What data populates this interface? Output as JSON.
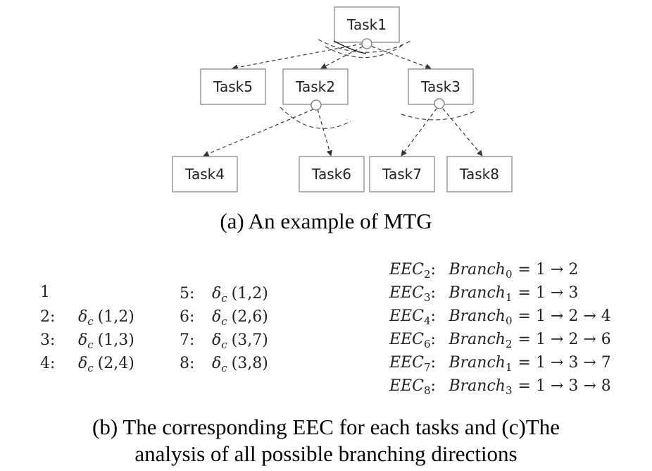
{
  "mtg": {
    "tasks": [
      {
        "id": "t1",
        "label": "Task1"
      },
      {
        "id": "t5",
        "label": "Task5"
      },
      {
        "id": "t2",
        "label": "Task2"
      },
      {
        "id": "t3",
        "label": "Task3"
      },
      {
        "id": "t4",
        "label": "Task4"
      },
      {
        "id": "t6",
        "label": "Task6"
      },
      {
        "id": "t7",
        "label": "Task7"
      },
      {
        "id": "t8",
        "label": "Task8"
      }
    ],
    "edges": [
      {
        "from": "t1",
        "to": "t5"
      },
      {
        "from": "t1",
        "to": "t2"
      },
      {
        "from": "t1",
        "to": "t3"
      },
      {
        "from": "t2",
        "to": "t4"
      },
      {
        "from": "t2",
        "to": "t6"
      },
      {
        "from": "t3",
        "to": "t7"
      },
      {
        "from": "t3",
        "to": "t8"
      }
    ]
  },
  "captions": {
    "a": "(a) An example of MTG",
    "b_line1": "(b) The corresponding EEC for each tasks and (c)The",
    "b_line2": "analysis of all possible branching directions"
  },
  "eec_list": {
    "symbol": "δ",
    "symbol_sub": "c",
    "left": [
      {
        "num": "1",
        "args": ""
      },
      {
        "num": "2:",
        "args": "(1,2)"
      },
      {
        "num": "3:",
        "args": "(1,3)"
      },
      {
        "num": "4:",
        "args": "(2,4)"
      }
    ],
    "right": [
      {
        "num": "5:",
        "args": "(1,2)"
      },
      {
        "num": "6:",
        "args": "(2,6)"
      },
      {
        "num": "7:",
        "args": "(3,7)"
      },
      {
        "num": "8:",
        "args": "(3,8)"
      }
    ]
  },
  "branches": {
    "eec_label": "EEC",
    "branch_label": "Branch",
    "rows": [
      {
        "eec_sub": "2",
        "branch_sub": "0",
        "path": "= 1 → 2"
      },
      {
        "eec_sub": "3",
        "branch_sub": "1",
        "path": "= 1 → 3"
      },
      {
        "eec_sub": "4",
        "branch_sub": "0",
        "path": "= 1 → 2 → 4"
      },
      {
        "eec_sub": "6",
        "branch_sub": "2",
        "path": "= 1 → 2 → 6"
      },
      {
        "eec_sub": "7",
        "branch_sub": "1",
        "path": "= 1 → 3 → 7"
      },
      {
        "eec_sub": "8",
        "branch_sub": "3",
        "path": "= 1 → 3 → 8"
      }
    ]
  }
}
